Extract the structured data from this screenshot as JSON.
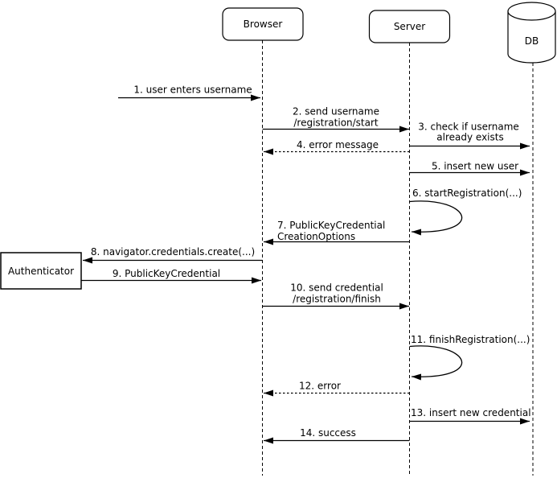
{
  "diagram_type": "sequence",
  "colors": {
    "stroke": "#000000",
    "background": "#ffffff"
  },
  "actors": {
    "browser": {
      "label": "Browser",
      "shape": "rounded-rect"
    },
    "server": {
      "label": "Server",
      "shape": "rounded-rect"
    },
    "db": {
      "label": "DB",
      "shape": "cylinder"
    },
    "authenticator": {
      "label": "Authenticator",
      "shape": "rect"
    }
  },
  "messages": [
    {
      "num": 1,
      "lines": [
        "1. user enters username"
      ],
      "from": "user",
      "to": "browser",
      "style": "solid"
    },
    {
      "num": 2,
      "lines": [
        "2. send username",
        "/registration/start"
      ],
      "from": "browser",
      "to": "server",
      "style": "solid"
    },
    {
      "num": 3,
      "lines": [
        "3. check if username",
        "already exists"
      ],
      "from": "server",
      "to": "db",
      "style": "solid"
    },
    {
      "num": 4,
      "lines": [
        "4. error message"
      ],
      "from": "server",
      "to": "browser",
      "style": "dashed"
    },
    {
      "num": 5,
      "lines": [
        "5. insert new user"
      ],
      "from": "server",
      "to": "db",
      "style": "solid"
    },
    {
      "num": 6,
      "lines": [
        "6. startRegistration(...)"
      ],
      "from": "server",
      "to": "server",
      "style": "self-loop"
    },
    {
      "num": 7,
      "lines": [
        "7. PublicKeyCredential",
        "CreationOptions"
      ],
      "from": "server",
      "to": "browser",
      "style": "solid"
    },
    {
      "num": 8,
      "lines": [
        "8. navigator.credentials.create(...)"
      ],
      "from": "browser",
      "to": "authenticator",
      "style": "solid"
    },
    {
      "num": 9,
      "lines": [
        "9. PublicKeyCredential"
      ],
      "from": "authenticator",
      "to": "browser",
      "style": "solid"
    },
    {
      "num": 10,
      "lines": [
        "10. send credential",
        "/registration/finish"
      ],
      "from": "browser",
      "to": "server",
      "style": "solid"
    },
    {
      "num": 11,
      "lines": [
        "11. finishRegistration(...)"
      ],
      "from": "server",
      "to": "server",
      "style": "self-loop"
    },
    {
      "num": 12,
      "lines": [
        "12. error"
      ],
      "from": "server",
      "to": "browser",
      "style": "dashed"
    },
    {
      "num": 13,
      "lines": [
        "13. insert new credential"
      ],
      "from": "server",
      "to": "db",
      "style": "solid"
    },
    {
      "num": 14,
      "lines": [
        "14. success"
      ],
      "from": "server",
      "to": "browser",
      "style": "solid"
    }
  ]
}
